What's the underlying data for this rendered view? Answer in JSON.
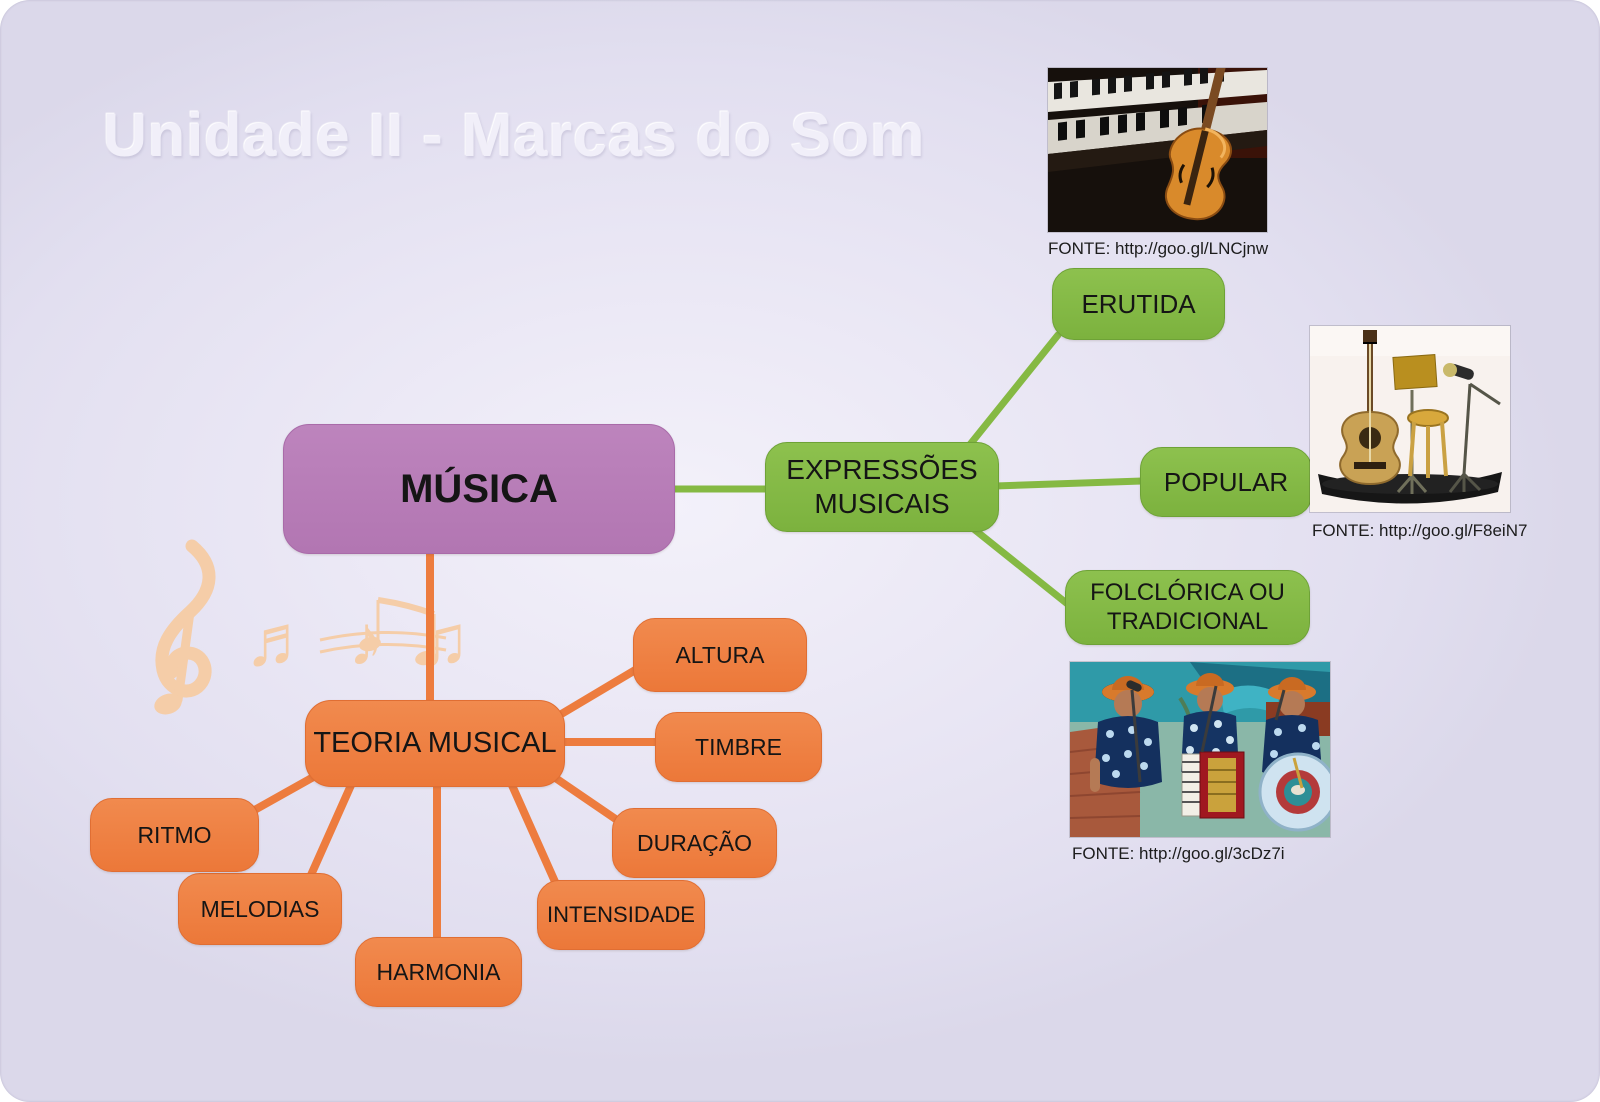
{
  "watermark": "Unidade II - Marcas do Som",
  "colors": {
    "background": "#e6e3f2",
    "purple_node": "#b77ab8",
    "green_node": "#84b946",
    "orange_node": "#ee8044",
    "decoration": "#f5cda8",
    "text": "#151515"
  },
  "mindmap": {
    "root": {
      "label": "MÚSICA"
    },
    "branches": [
      {
        "label": "EXPRESSÕES MUSICAIS",
        "children": [
          {
            "label": "ERUTIDA"
          },
          {
            "label": "POPULAR"
          },
          {
            "label": "FOLCLÓRICA OU TRADICIONAL"
          }
        ]
      },
      {
        "label": "TEORIA MUSICAL",
        "children": [
          {
            "label": "ALTURA"
          },
          {
            "label": "TIMBRE"
          },
          {
            "label": "DURAÇÃO"
          },
          {
            "label": "INTENSIDADE"
          },
          {
            "label": "HARMONIA"
          },
          {
            "label": "MELODIAS"
          },
          {
            "label": "RITMO"
          }
        ]
      }
    ]
  },
  "images": [
    {
      "name": "violin-on-piano-photo",
      "caption": "FONTE: http://goo.gl/LNCjnw"
    },
    {
      "name": "guitar-stool-microphone-photo",
      "caption": "FONTE: http://goo.gl/F8eiN7"
    },
    {
      "name": "folk-musicians-photo",
      "caption": "FONTE: http://goo.gl/3cDz7i"
    }
  ],
  "decoration": {
    "notes_glyphs": "♬ ♪ ♫"
  }
}
